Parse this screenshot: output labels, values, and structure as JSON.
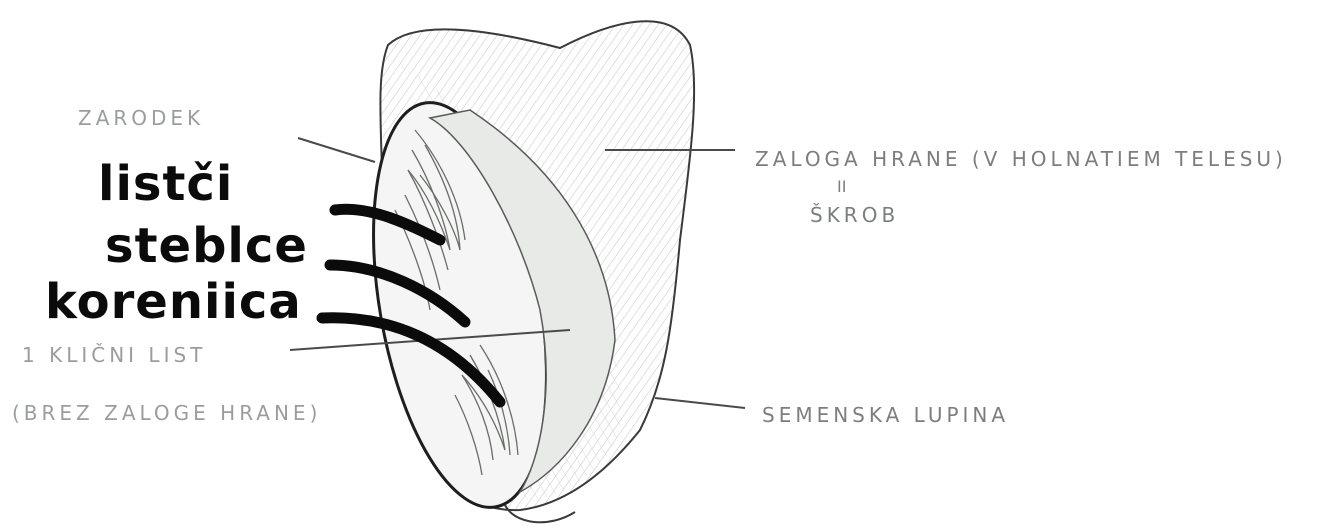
{
  "labels": {
    "zarodek": "ZARODEK",
    "zaloga_hrane": "ZALOGA HRANE (V HOLNATIEM TELESU)",
    "equals_mark": "II",
    "skrob": "ŠKROB",
    "klicni_list": "1 KLIČNI LIST",
    "brez_zaloge": "(BREZ ZALOGE HRANE)",
    "semenska_lupina": "SEMENSKA LUPINA"
  },
  "handwritten": {
    "listici": "listči",
    "steblce": "steblce",
    "koreniica": "koreniica"
  },
  "colors": {
    "pencil": "#7a7f7c",
    "marker": "#0b0b0b",
    "background": "#ffffff",
    "shading": "#b9bcb9"
  }
}
